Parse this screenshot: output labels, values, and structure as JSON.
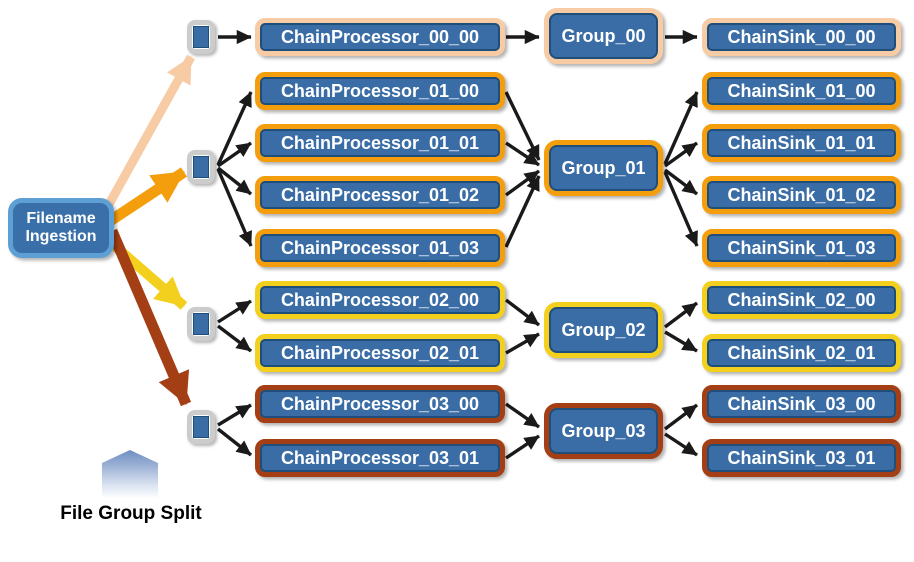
{
  "source": {
    "label": "Filename Ingestion"
  },
  "legend": {
    "label": "File Group Split"
  },
  "colors": {
    "node_fill": "#3A6DA5",
    "node_inner_edge": "#1E4E79",
    "source_border": "#5E9FD4",
    "arrow_black": "#1A1A1A",
    "tier_00": "#F7CBA4",
    "tier_01": "#F49E0E",
    "tier_02": "#F3CF1E",
    "tier_03": "#A43E14"
  },
  "tiers": [
    {
      "id": "00",
      "color": "#F7CBA4",
      "group": "Group_00",
      "processors": [
        "ChainProcessor_00_00"
      ],
      "sinks": [
        "ChainSink_00_00"
      ]
    },
    {
      "id": "01",
      "color": "#F49E0E",
      "group": "Group_01",
      "processors": [
        "ChainProcessor_01_00",
        "ChainProcessor_01_01",
        "ChainProcessor_01_02",
        "ChainProcessor_01_03"
      ],
      "sinks": [
        "ChainSink_01_00",
        "ChainSink_01_01",
        "ChainSink_01_02",
        "ChainSink_01_03"
      ]
    },
    {
      "id": "02",
      "color": "#F3CF1E",
      "group": "Group_02",
      "processors": [
        "ChainProcessor_02_00",
        "ChainProcessor_02_01"
      ],
      "sinks": [
        "ChainSink_02_00",
        "ChainSink_02_01"
      ]
    },
    {
      "id": "03",
      "color": "#A43E14",
      "group": "Group_03",
      "processors": [
        "ChainProcessor_03_00",
        "ChainProcessor_03_01"
      ],
      "sinks": [
        "ChainSink_03_00",
        "ChainSink_03_01"
      ]
    }
  ]
}
